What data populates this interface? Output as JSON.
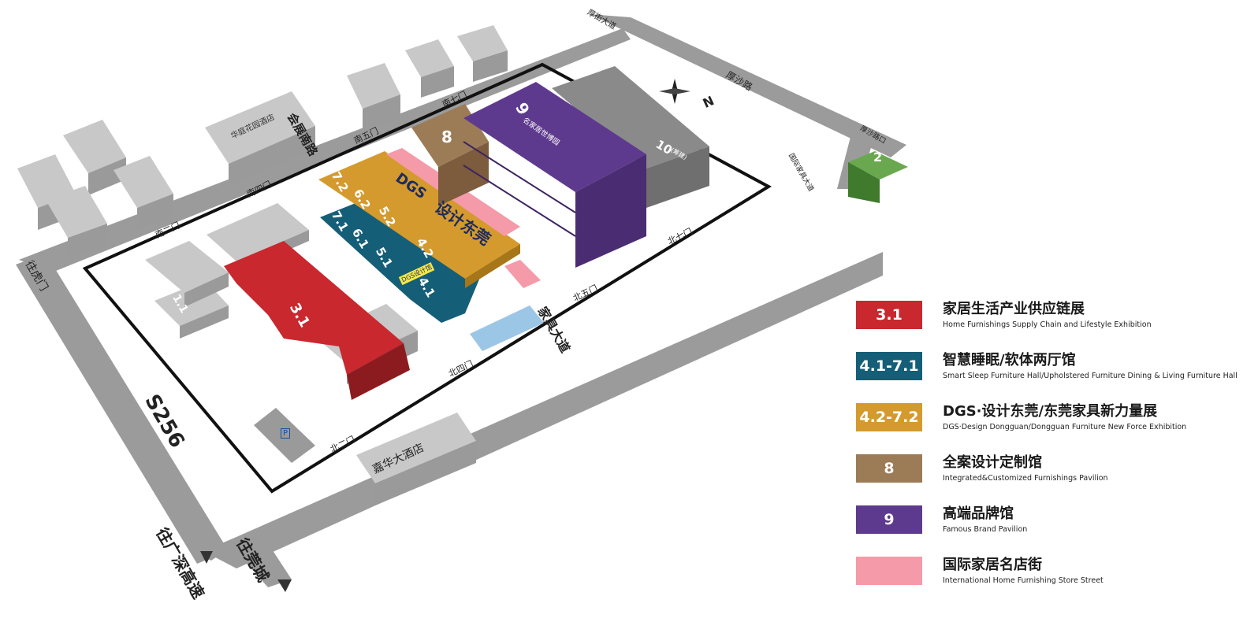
{
  "map": {
    "roads": {
      "s256": "S256",
      "to_humen": "往虎门",
      "to_guangshen": "往广深高速",
      "to_guancheng": "往莞城",
      "huiye_road": "会展南路",
      "houjie_road": "厚沙路",
      "furniture_ave": "家具大道",
      "top_corner": "厚街大道",
      "right_road": "厚沙路口",
      "right_sign": "国际家具大道"
    },
    "gates": {
      "south2": "南二门",
      "south4": "南四门",
      "south5": "南五门",
      "south7": "南七门",
      "north2": "北二门",
      "north4": "北四门",
      "north5": "北五门",
      "north7": "北七门"
    },
    "buildings": {
      "hotel_huawei": "华庭花园酒店",
      "hotel_jiahua": "嘉华大酒店",
      "parking": "P",
      "compass": "N"
    },
    "halls": {
      "h1_1": "1.1",
      "h2": "2",
      "h3_1": "3.1",
      "h4_1": "4.1",
      "h5_1": "5.1",
      "h6_1": "6.1",
      "h7_1": "7.1",
      "h4_2": "4.2",
      "h5_2": "5.2",
      "h6_2": "6.2",
      "h7_2": "7.2",
      "h8": "8",
      "h9": "9",
      "h10": "10",
      "h10_note": "(筹建)",
      "dgs_logo": "DGS",
      "dgs_text": "设计东莞",
      "dgs_sign": "DGS设计馆",
      "h9_sign": "名家居世博园"
    }
  },
  "legend": {
    "items": [
      {
        "code": "3.1",
        "color": "#c8282e",
        "title": "家居生活产业供应链展",
        "sub": "Home Furnishings Supply Chain and Lifestyle Exhibition"
      },
      {
        "code": "4.1-7.1",
        "color": "#155e78",
        "title": "智慧睡眠/软体两厅馆",
        "sub": " Smart Sleep Furniture Hall/Upholstered Furniture Dining & Living Furniture Hall"
      },
      {
        "code": "4.2-7.2",
        "color": "#d49a2e",
        "title": "DGS·设计东莞/东莞家具新力量展",
        "sub": "DGS·Design Dongguan/Dongguan Furniture New Force Exhibition"
      },
      {
        "code": "8",
        "color": "#9c7b57",
        "title": "全案设计定制馆",
        "sub": "Integrated&Customized Furnishings Pavilion"
      },
      {
        "code": "9",
        "color": "#5e3a8e",
        "title": "高端品牌馆",
        "sub": "Famous Brand Pavilion"
      },
      {
        "code": "",
        "color": "#f59aa8",
        "title": "国际家居名店街",
        "sub": "International Home Furnishing Store Street"
      }
    ]
  },
  "colors": {
    "road": "#9b9b9b",
    "road_dark": "#828282",
    "building_top": "#c8c8c8",
    "building_side": "#9a9a9a",
    "red": "#c8282e",
    "teal": "#155e78",
    "gold": "#d49a2e",
    "brown": "#9c7b57",
    "purple": "#5e3a8e",
    "pink": "#f59aa8",
    "green": "#6aa84f",
    "lightblue": "#9cc6e6"
  }
}
